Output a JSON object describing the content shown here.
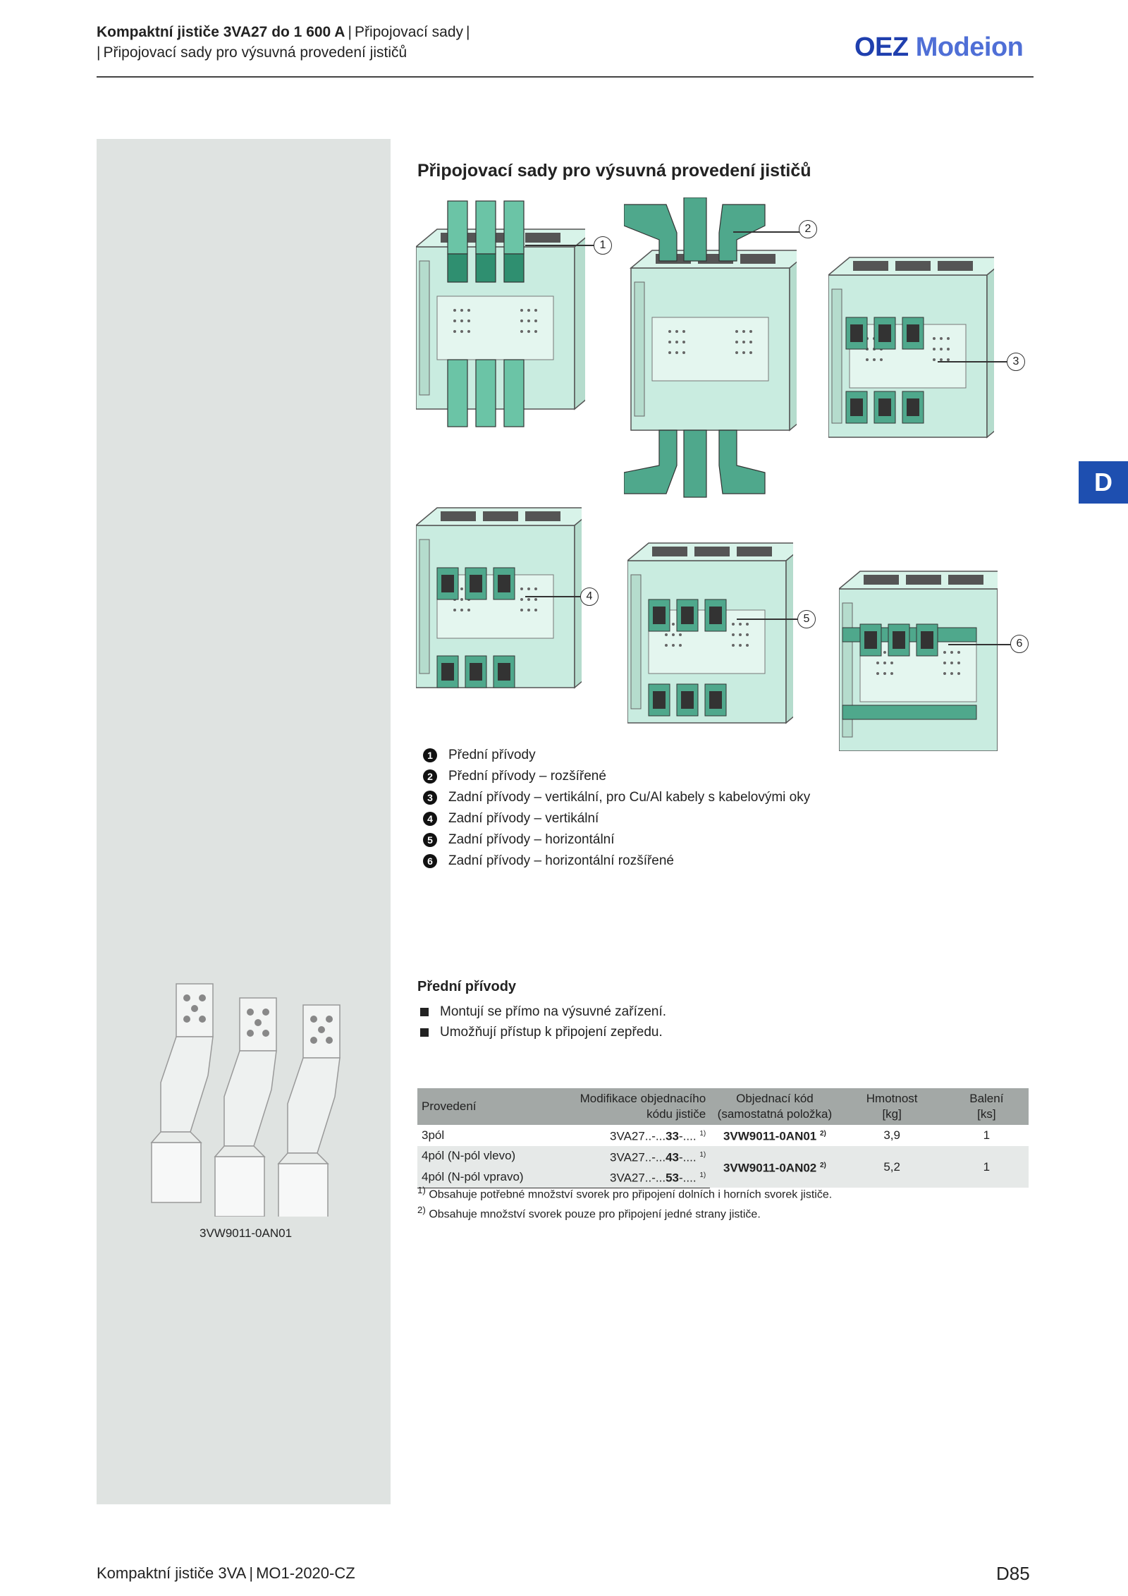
{
  "header": {
    "title_bold": "Kompaktní jističe 3VA27 do 1 600 A",
    "title_rest": "Připojovací sady",
    "subtitle": "Připojovací sady pro výsuvná provedení jističů",
    "logo_oez": "OEZ",
    "logo_modeion": "Modeion"
  },
  "tab": "D",
  "section_title": "Připojovací sady pro výsuvná provedení jističů",
  "callouts": [
    "1",
    "2",
    "3",
    "4",
    "5",
    "6"
  ],
  "legend": [
    {
      "num": "1",
      "text": "Přední přívody"
    },
    {
      "num": "2",
      "text": "Přední přívody – rozšířené"
    },
    {
      "num": "3",
      "text": "Zadní přívody – vertikální, pro Cu/Al kabely s kabelovými oky"
    },
    {
      "num": "4",
      "text": "Zadní přívody – vertikální"
    },
    {
      "num": "5",
      "text": "Zadní přívody – horizontální"
    },
    {
      "num": "6",
      "text": "Zadní přívody – horizontální rozšířené"
    }
  ],
  "front": {
    "title": "Přední přívody",
    "bullets": [
      "Montují se přímo na výsuvné zařízení.",
      "Umožňují přístup k připojení zepředu."
    ],
    "image_caption": "3VW9011-0AN01"
  },
  "table": {
    "headers": {
      "h1": "Provedení",
      "h2a": "Modifikace objednacího",
      "h2b": "kódu jističe",
      "h3a": "Objednací kód",
      "h3b": "(samostatná položka)",
      "h4a": "Hmotnost",
      "h4b": "[kg]",
      "h5a": "Balení",
      "h5b": "[ks]"
    },
    "rows": [
      {
        "variant": "3pól",
        "mod_pre": "3VA27..-...",
        "mod_bold": "33",
        "mod_post": "-....",
        "mod_note": "1)",
        "code": "3VW9011-0AN01",
        "code_note": "2)",
        "weight": "3,9",
        "pack": "1"
      },
      {
        "variant": "4pól (N-pól vlevo)",
        "mod_pre": "3VA27..-...",
        "mod_bold": "43",
        "mod_post": "-....",
        "mod_note": "1)",
        "code": "3VW9011-0AN02",
        "code_note": "2)",
        "weight": "5,2",
        "pack": "1"
      },
      {
        "variant": "4pól (N-pól vpravo)",
        "mod_pre": "3VA27..-...",
        "mod_bold": "53",
        "mod_post": "-....",
        "mod_note": "1)"
      }
    ],
    "footnotes": [
      {
        "mark": "1)",
        "text": "Obsahuje potřebné množství svorek pro připojení dolních i horních svorek jističe."
      },
      {
        "mark": "2)",
        "text": "Obsahuje množství svorek pouze pro připojení jedné strany jističe."
      }
    ]
  },
  "footer": {
    "left_a": "Kompaktní jističe 3VA",
    "left_b": "MO1-2020-CZ",
    "page": "D85"
  }
}
